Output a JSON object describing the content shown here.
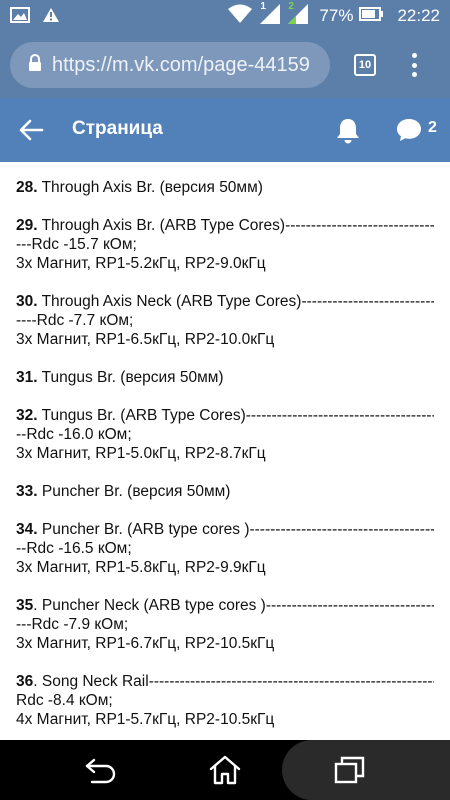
{
  "status_bar": {
    "battery_percent": "77%",
    "time": "22:22",
    "sim1_label": "1",
    "sim2_label": "2"
  },
  "browser": {
    "url": "https://m.vk.com/page-44159",
    "tab_count": "10"
  },
  "header": {
    "title": "Страница",
    "message_count": "2"
  },
  "items": [
    {
      "num": "28.",
      "lines": [
        " Through Axis Br. (версия 50мм)"
      ]
    },
    {
      "num": "29.",
      "lines": [
        " Through Axis Br.  (ARB Type Cores)------------------------------",
        "---Rdc -15.7 кОм;",
        "3x Магнит, RP1-5.2кГц, RP2-9.0кГц"
      ]
    },
    {
      "num": "30.",
      "lines": [
        " Through Axis Neck  (ARB Type Cores)--------------------------",
        "----Rdc -7.7 кОм;",
        "3x Магнит, RP1-6.5кГц, RP2-10.0кГц"
      ]
    },
    {
      "num": "31.",
      "lines": [
        " Tungus Br. (версия 50мм)"
      ]
    },
    {
      "num": "32.",
      "lines": [
        " Tungus Br. (ARB Type Cores)-----------------------------------------",
        "--Rdc -16.0 кОм;",
        "3x Магнит, RP1-5.0кГц, RP2-8.7кГц"
      ]
    },
    {
      "num": "33.",
      "lines": [
        " Puncher Br. (версия 50мм)"
      ]
    },
    {
      "num": "34.",
      "lines": [
        " Puncher Br. (ARB type cores )-----------------------------------------",
        "--Rdc -16.5 кОм;",
        "3x Магнит, RP1-5.8кГц, RP2-9.9кГц"
      ]
    },
    {
      "num": "35",
      "lines": [
        ". Puncher Neck (ARB type cores )---------------------------------",
        "---Rdc -7.9 кОм;",
        "3x Магнит, RP1-6.7кГц, RP2-10.5кГц"
      ]
    },
    {
      "num": "36",
      "lines": [
        ". Song Neck Rail----------------------------------------------------------",
        "Rdc -8.4 кОм;",
        "4x Магнит, RP1-5.7кГц, RP2-10.5кГц"
      ]
    }
  ],
  "icons": {
    "gallery": "gallery-icon",
    "warning": "warning-icon",
    "wifi": "wifi-icon",
    "signal": "signal-icon",
    "battery": "battery-icon",
    "lock": "lock-icon",
    "back": "back-arrow-icon",
    "bell": "bell-icon",
    "message": "message-icon",
    "nav_back": "nav-back-icon",
    "nav_home": "nav-home-icon",
    "nav_recent": "nav-recent-icon"
  },
  "colors": {
    "browser_bar": "#5b7fa8",
    "vk_header": "#5181b8",
    "url_box": "#7d98ba"
  }
}
